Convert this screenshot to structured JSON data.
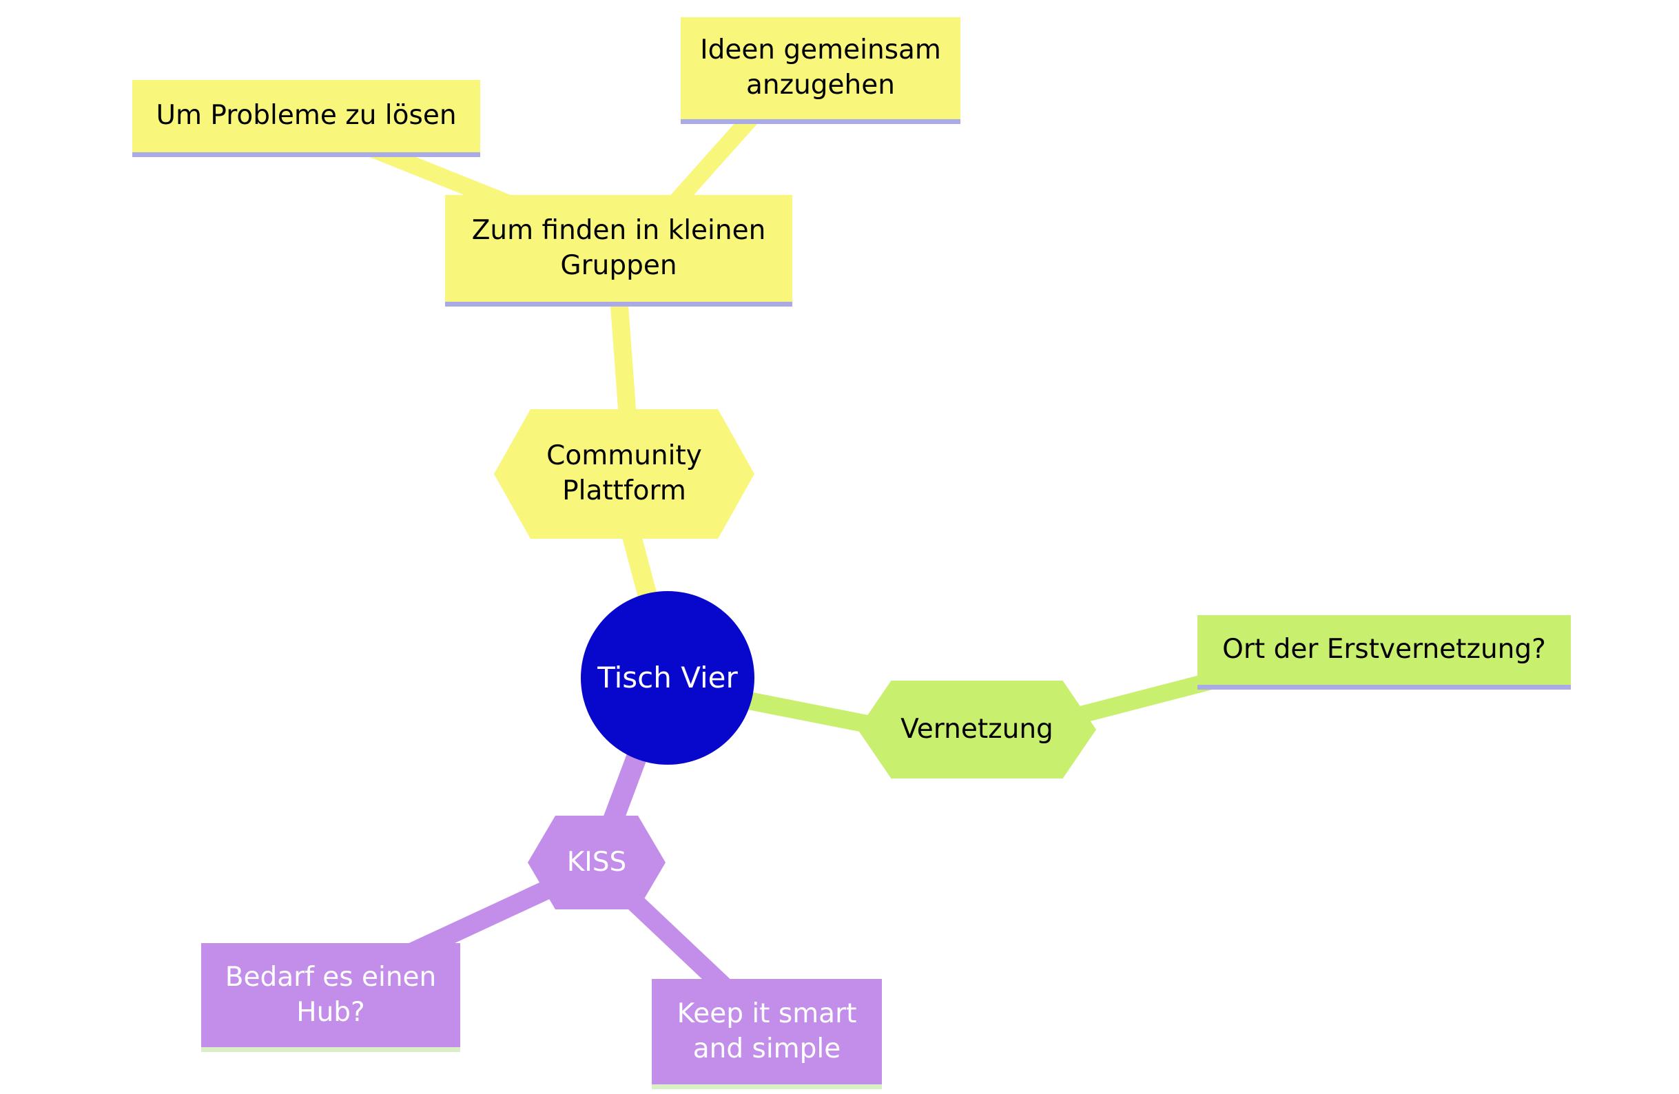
{
  "app": {
    "type": "mindmap-canvas"
  },
  "colors": {
    "canvas_bg": "#FFFFFF",
    "branch_yellow": "#F9F67C",
    "branch_green": "#C9EF6F",
    "branch_purple": "#C38EEA",
    "root_blue": "#0808CC",
    "underline_lavender": "#AAAAE6",
    "underline_pale_green": "#D8F0C4",
    "text_dark": "#000000",
    "text_light": "#FFFFFF"
  },
  "mindmap": {
    "root": {
      "label": "Tisch Vier",
      "shape": "circle",
      "color": "#0808CC"
    },
    "nodes": {
      "community": {
        "label": "Community Plattform",
        "shape": "hexagon",
        "branch": "yellow"
      },
      "zum_finden": {
        "label": "Zum finden in kleinen Gruppen",
        "shape": "box",
        "branch": "yellow"
      },
      "probleme": {
        "label": "Um Probleme zu lösen",
        "shape": "box",
        "branch": "yellow"
      },
      "ideen": {
        "label": "Ideen gemeinsam anzugehen",
        "shape": "box",
        "branch": "yellow"
      },
      "vernetzung": {
        "label": "Vernetzung",
        "shape": "hexagon",
        "branch": "green"
      },
      "erstvernetzung": {
        "label": "Ort der Erstvernetzung?",
        "shape": "box",
        "branch": "green"
      },
      "kiss": {
        "label": "KISS",
        "shape": "hexagon",
        "branch": "purple"
      },
      "hub": {
        "label": "Bedarf es einen Hub?",
        "shape": "box",
        "branch": "purple"
      },
      "keep_smart": {
        "label": "Keep it smart and simple",
        "shape": "box",
        "branch": "purple"
      }
    },
    "edges": [
      {
        "from": "root",
        "to": "community",
        "branch": "yellow"
      },
      {
        "from": "community",
        "to": "zum_finden",
        "branch": "yellow"
      },
      {
        "from": "zum_finden",
        "to": "probleme",
        "branch": "yellow"
      },
      {
        "from": "zum_finden",
        "to": "ideen",
        "branch": "yellow"
      },
      {
        "from": "root",
        "to": "vernetzung",
        "branch": "green"
      },
      {
        "from": "vernetzung",
        "to": "erstvernetzung",
        "branch": "green"
      },
      {
        "from": "root",
        "to": "kiss",
        "branch": "purple"
      },
      {
        "from": "kiss",
        "to": "hub",
        "branch": "purple"
      },
      {
        "from": "kiss",
        "to": "keep_smart",
        "branch": "purple"
      }
    ]
  }
}
